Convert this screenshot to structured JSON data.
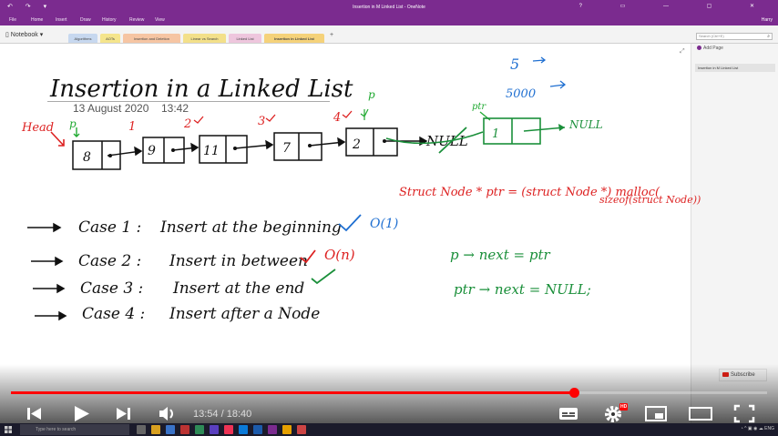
{
  "window": {
    "title": "Insertion in M Linked List - OneNote",
    "user": "Harry"
  },
  "ribbon": {
    "items": [
      "File",
      "Home",
      "Insert",
      "Draw",
      "History",
      "Review",
      "View"
    ]
  },
  "notebook": {
    "name": "Notebook",
    "tabs": [
      {
        "label": "Algorithms",
        "color": "#c7d8ef"
      },
      {
        "label": "AOTs",
        "color": "#f5e58c"
      },
      {
        "label": "Insertion and Deletion",
        "color": "#f6c5a3"
      },
      {
        "label": "Linear vs Search",
        "color": "#f3e08a"
      },
      {
        "label": "Linked List",
        "color": "#eec6dd"
      },
      {
        "label": "Insertion in Linked List",
        "color": "#f5d27a"
      }
    ],
    "search_placeholder": "Search (Ctrl+E)"
  },
  "right_pane": {
    "add_page": "Add Page",
    "pages": [
      "Insertion in M Linked List"
    ]
  },
  "page": {
    "date": "13 August 2020",
    "time": "13:42",
    "title_ink": "Insertion in a Linked List",
    "ink_notes": {
      "head": "Head",
      "p_marker": "p",
      "ptr_marker": "ptr",
      "node_values": [
        "8",
        "9",
        "11",
        "7",
        "2"
      ],
      "step_labels": [
        "1",
        "2",
        "3",
        "4"
      ],
      "null_label": "NULL",
      "new_node_value": "1",
      "new_null": "NULL",
      "number_above": "5",
      "address_label": "5000",
      "code_malloc_1": "Struct Node * ptr = (struct Node *) malloc(",
      "code_malloc_2": "sizeof(struct Node))",
      "case_1": "Case 1 :",
      "case_1_desc": "Insert at the beginning",
      "case_1_complexity": "O(1)",
      "case_2": "Case 2 :",
      "case_2_desc": "Insert in between",
      "case_2_complexity": "O(n)",
      "case_3": "Case 3 :",
      "case_3_desc": "Insert at the end",
      "case_4": "Case 4 :",
      "case_4_desc": "Insert after a Node",
      "code_next_1": "p → next = ptr",
      "code_next_2": "ptr → next = NULL;"
    },
    "subscribe_label": "Subscribe"
  },
  "player": {
    "current_time": "13:54",
    "separator": " / ",
    "duration": "18:40",
    "progress_fraction": 0.744,
    "hd_badge": "HD",
    "played_color": "#ff0000"
  },
  "taskbar": {
    "search_placeholder": "Type here to search",
    "tray_text": "ENG"
  }
}
